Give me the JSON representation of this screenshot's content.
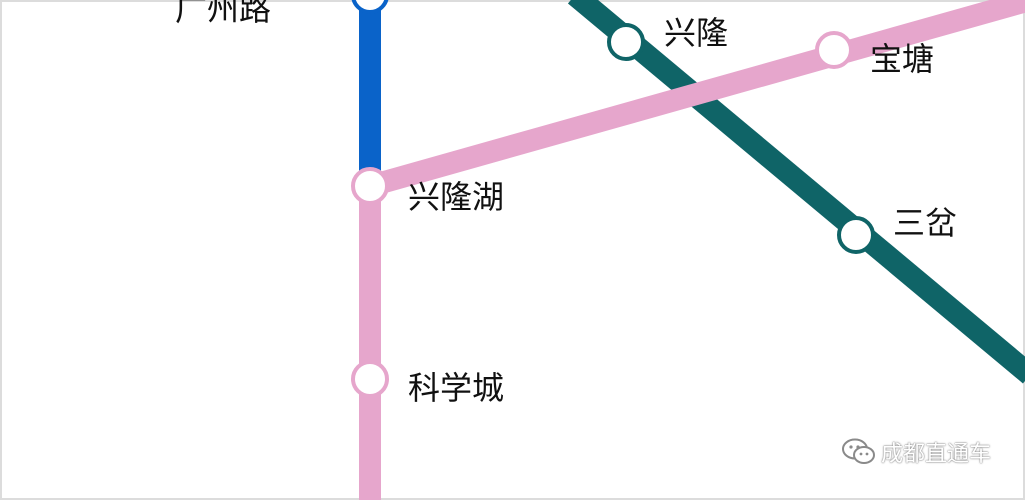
{
  "lines": {
    "line_blue": {
      "color": "#0a63c9"
    },
    "line_pink": {
      "color": "#e6a6cc"
    },
    "line_teal": {
      "color": "#0f6467"
    }
  },
  "stations": {
    "guangzhou_lu": "广州路",
    "xinglonghu": "兴隆湖",
    "kexuecheng": "科学城",
    "xinglong": "兴隆",
    "baotang": "宝塘",
    "sancha": "三岔"
  },
  "watermark": {
    "text": "成都直通车",
    "icon": "wechat-icon"
  }
}
